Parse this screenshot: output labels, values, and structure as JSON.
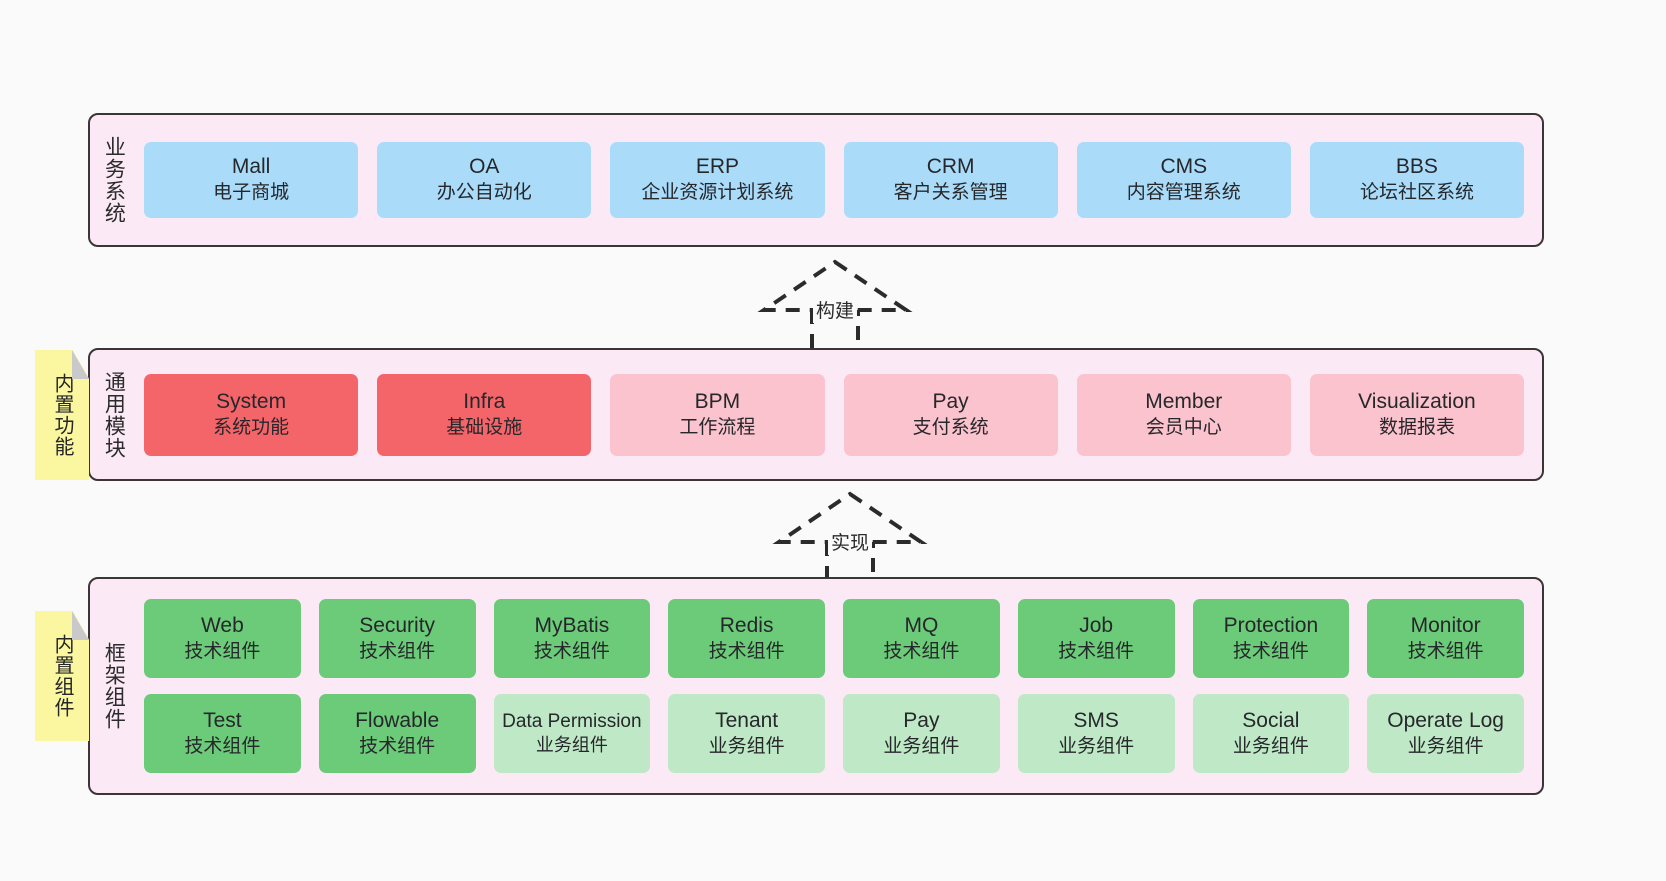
{
  "layers": [
    {
      "id": "business",
      "title": "业务系统",
      "cards": [
        {
          "en": "Mall",
          "cn": "电子商城"
        },
        {
          "en": "OA",
          "cn": "办公自动化"
        },
        {
          "en": "ERP",
          "cn": "企业资源计划系统"
        },
        {
          "en": "CRM",
          "cn": "客户关系管理"
        },
        {
          "en": "CMS",
          "cn": "内容管理系统"
        },
        {
          "en": "BBS",
          "cn": "论坛社区系统"
        }
      ]
    },
    {
      "id": "modules",
      "title": "通用模块",
      "cards": [
        {
          "en": "System",
          "cn": "系统功能",
          "color": "red"
        },
        {
          "en": "Infra",
          "cn": "基础设施",
          "color": "red"
        },
        {
          "en": "BPM",
          "cn": "工作流程",
          "color": "pink"
        },
        {
          "en": "Pay",
          "cn": "支付系统",
          "color": "pink"
        },
        {
          "en": "Member",
          "cn": "会员中心",
          "color": "pink"
        },
        {
          "en": "Visualization",
          "cn": "数据报表",
          "color": "pink"
        }
      ]
    },
    {
      "id": "framework",
      "title": "框架组件",
      "rows": [
        [
          {
            "en": "Web",
            "cn": "技术组件",
            "color": "green"
          },
          {
            "en": "Security",
            "cn": "技术组件",
            "color": "green"
          },
          {
            "en": "MyBatis",
            "cn": "技术组件",
            "color": "green"
          },
          {
            "en": "Redis",
            "cn": "技术组件",
            "color": "green"
          },
          {
            "en": "MQ",
            "cn": "技术组件",
            "color": "green"
          },
          {
            "en": "Job",
            "cn": "技术组件",
            "color": "green"
          },
          {
            "en": "Protection",
            "cn": "技术组件",
            "color": "green"
          },
          {
            "en": "Monitor",
            "cn": "技术组件",
            "color": "green"
          }
        ],
        [
          {
            "en": "Test",
            "cn": "技术组件",
            "color": "green"
          },
          {
            "en": "Flowable",
            "cn": "技术组件",
            "color": "green"
          },
          {
            "en": "Data Permission",
            "cn": "业务组件",
            "color": "lightgreen"
          },
          {
            "en": "Tenant",
            "cn": "业务组件",
            "color": "lightgreen"
          },
          {
            "en": "Pay",
            "cn": "业务组件",
            "color": "lightgreen"
          },
          {
            "en": "SMS",
            "cn": "业务组件",
            "color": "lightgreen"
          },
          {
            "en": "Social",
            "cn": "业务组件",
            "color": "lightgreen"
          },
          {
            "en": "Operate Log",
            "cn": "业务组件",
            "color": "lightgreen"
          }
        ]
      ]
    }
  ],
  "notes": [
    {
      "id": "functions",
      "label": "内置功能"
    },
    {
      "id": "components",
      "label": "内置组件"
    }
  ],
  "arrows": [
    {
      "id": "build",
      "label": "构建"
    },
    {
      "id": "realize",
      "label": "实现"
    }
  ],
  "colors": {
    "band_background": "#fbeaf5",
    "band_border": "#3d3436",
    "blue": "#aadcfa",
    "red": "#f4656a",
    "pink": "#fbc3ce",
    "green": "#6ccb79",
    "light_green": "#bfe9c6",
    "note_yellow": "#fbf7a0",
    "canvas": "#fafafa"
  }
}
